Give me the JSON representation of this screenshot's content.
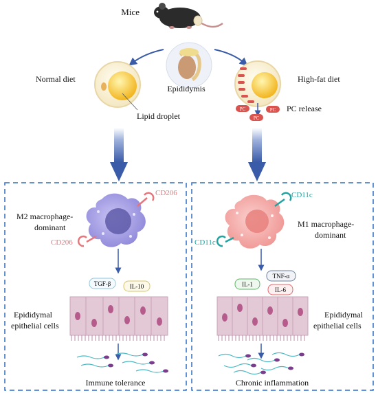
{
  "top": {
    "mice": "Mice",
    "epididymis": "Epididymis",
    "normal_diet": "Normal diet",
    "high_fat_diet": "High-fat diet",
    "lipid_droplet": "Lipid droplet",
    "pc_release": "PC release",
    "pc_badge": "PC"
  },
  "left_panel": {
    "macrophage_label_1": "M2 macrophage-",
    "macrophage_label_2": "dominant",
    "receptor": "CD206",
    "cytokines": [
      "TGF-β",
      "IL-10"
    ],
    "epithelial_1": "Epididymal",
    "epithelial_2": "epithelial cells",
    "outcome": "Immune tolerance"
  },
  "right_panel": {
    "macrophage_label_1": "M1 macrophage-",
    "macrophage_label_2": "dominant",
    "receptor": "CD11c",
    "cytokines": [
      "IL-1",
      "TNF-α",
      "IL-6"
    ],
    "epithelial_1": "Epididymal",
    "epithelial_2": "epithelial cells",
    "outcome": "Chronic inflammation"
  },
  "colors": {
    "dashed_border": "#2e6fc4",
    "big_arrow": "#3a5ba8",
    "m2_cell": "#a9a3e6",
    "m1_cell": "#f3a7a4",
    "cd206": "#e8757a",
    "cd11c": "#1fa3a0",
    "tgf_border": "#8fc7e0",
    "il10_border": "#d7c36a",
    "il1_border": "#62b36a",
    "tnf_border": "#6d7f99",
    "il6_border": "#e36a70",
    "epithelium": "#e3c8d6",
    "nucleus": "#b55c8d"
  }
}
